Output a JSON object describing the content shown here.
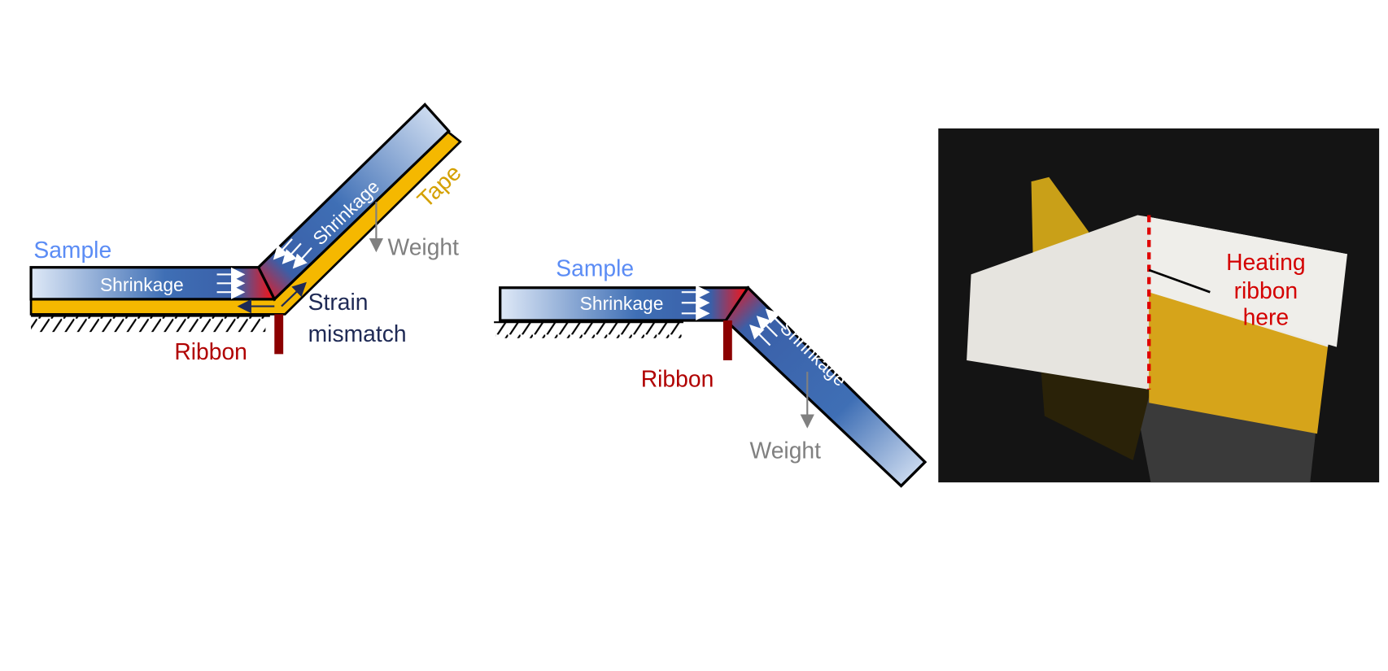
{
  "colors": {
    "sample_label": "#5b8cf5",
    "ribbon": "#8b0000",
    "tape": "#f5b800",
    "tape_label": "#d4a000",
    "weight": "#808080",
    "strain": "#1f2a55",
    "heating_label": "#d40000"
  },
  "diagram_left": {
    "sample": "Sample",
    "shrinkage_horizontal": "Shrinkage",
    "shrinkage_arm": "Shrinkage",
    "tape": "Tape",
    "weight": "Weight",
    "strain_line1": "Strain",
    "strain_line2": "mismatch",
    "ribbon": "Ribbon"
  },
  "diagram_middle": {
    "sample": "Sample",
    "shrinkage_horizontal": "Shrinkage",
    "shrinkage_arm": "Shrinkage",
    "weight": "Weight",
    "ribbon": "Ribbon"
  },
  "photo": {
    "label_line1": "Heating",
    "label_line2": "ribbon",
    "label_line3": "here"
  }
}
